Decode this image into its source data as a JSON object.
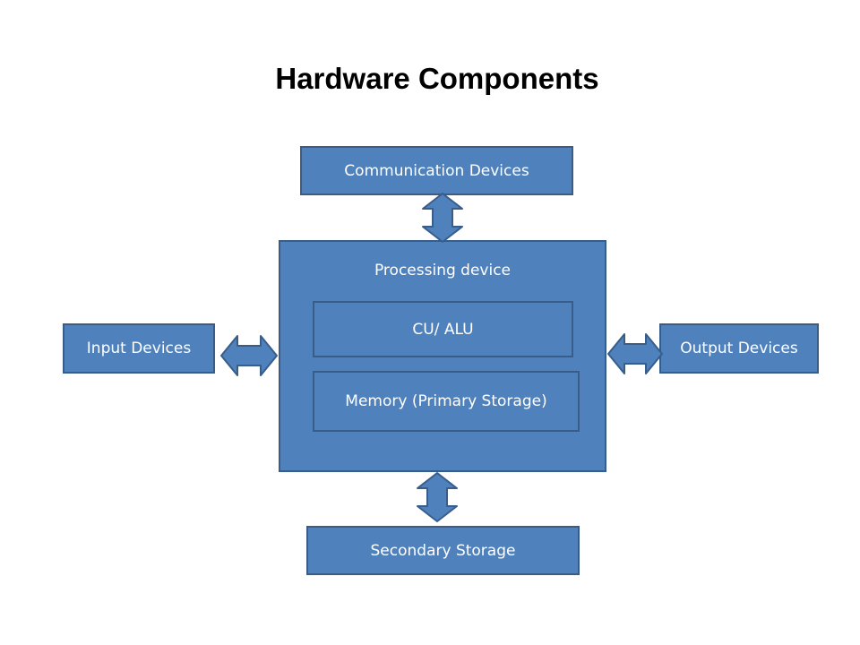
{
  "title": "Hardware Components",
  "colors": {
    "box_fill": "#4f81bd",
    "box_stroke": "#385d8a",
    "box_text": "#ffffff",
    "title_text": "#000000"
  },
  "nodes": {
    "communication": "Communication Devices",
    "processing": "Processing device",
    "cu_alu": "CU/ ALU",
    "memory": "Memory (Primary Storage)",
    "input": "Input Devices",
    "output": "Output Devices",
    "secondary": "Secondary Storage"
  }
}
